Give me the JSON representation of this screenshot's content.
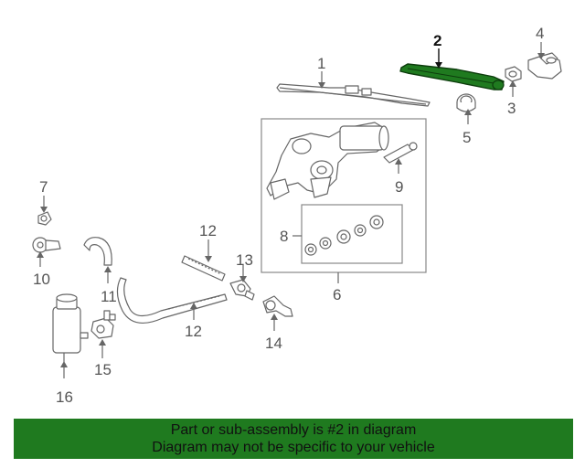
{
  "callouts": {
    "c1": "1",
    "c2": "2",
    "c3": "3",
    "c4": "4",
    "c5": "5",
    "c6": "6",
    "c7": "7",
    "c8": "8",
    "c9": "9",
    "c10": "10",
    "c11": "11",
    "c12a": "12",
    "c12b": "12",
    "c13": "13",
    "c14": "14",
    "c15": "15",
    "c16": "16"
  },
  "highlight_part": "2",
  "colors": {
    "highlight": "#1f7a1f",
    "banner": "#1f7a1f",
    "line": "#666666"
  },
  "banner": {
    "line1": "Part or sub-assembly is #2 in diagram",
    "line2": "Diagram may not be specific to your vehicle"
  }
}
